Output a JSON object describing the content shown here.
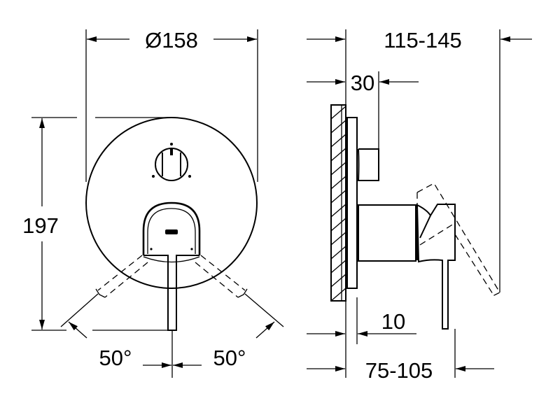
{
  "drawing": {
    "subject": "Concealed shower mixer trim, front and side view",
    "front_view": {
      "diameter_label": "Ø158",
      "height_label": "197",
      "angle_left_label": "50°",
      "angle_right_label": "50°"
    },
    "side_view": {
      "projection_label": "115-145",
      "diverter_depth_label": "30",
      "rosette_label": "10",
      "handle_projection_label": "75-105"
    },
    "colors": {
      "line": "#000000",
      "background": "#ffffff"
    }
  }
}
